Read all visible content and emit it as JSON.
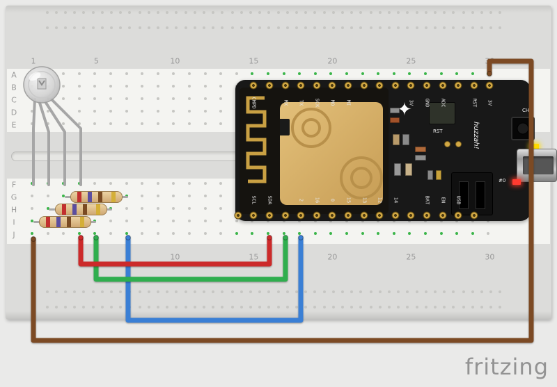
{
  "breadboard": {
    "column_labels": [
      "1",
      "5",
      "10",
      "15",
      "20",
      "25",
      "30"
    ],
    "row_labels_upper": [
      "A",
      "B",
      "C",
      "D",
      "E"
    ],
    "row_labels_lower": [
      "F",
      "G",
      "H",
      "I",
      "J"
    ],
    "connected_hole_color": "#3bb54a",
    "label_color": "#999999"
  },
  "feather": {
    "pin_labels_top": [
      "CHPD",
      "RX",
      "TX",
      "SCK",
      "MO",
      "MI",
      "3V",
      "GND",
      "ADC",
      "RST",
      "3V"
    ],
    "pin_labels_bottom": [
      "SCL",
      "SDA",
      "2",
      "16",
      "0",
      "15",
      "13",
      "12",
      "14",
      "BAT",
      "EN",
      "USB"
    ],
    "silkscreen": {
      "rst": "RST",
      "chg": "CHG",
      "huzzah": "huzzah!",
      "led0": "#0"
    }
  },
  "components": {
    "resistors": {
      "body_color": "#cfa873",
      "band_colors": [
        "#c22f2f",
        "#5b4ea0",
        "#7a4b23",
        "#d4af37"
      ]
    }
  },
  "wires": {
    "ground_color": "#7c4a24",
    "red_color": "#cc2a2a",
    "green_color": "#2fae4e",
    "blue_color": "#3a7fd5"
  },
  "logo": {
    "text": "fritzing"
  }
}
